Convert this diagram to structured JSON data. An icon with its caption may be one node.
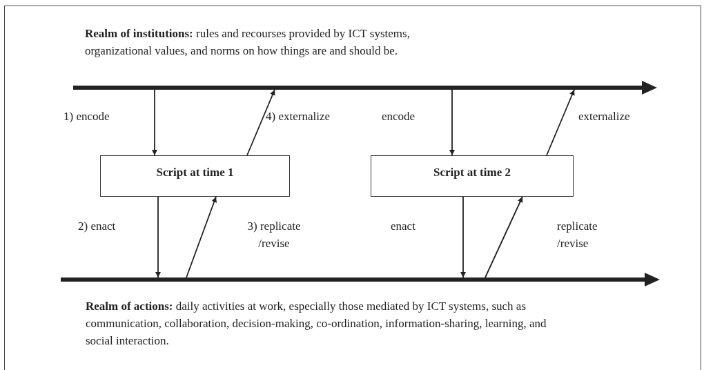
{
  "diagram": {
    "nodes": [
      {
        "text": [
          "**Realm of institutions:** rules and recourses provided by ICT systems, organizational values, and norms on how things are and should be."
        ]
      },
      {
        "text": [
          "Script at time 1"
        ]
      },
      {
        "text": [
          "Script at time 2"
        ]
      },
      {
        "text": [
          "**Realm of actions:** daily activities at work, especially those mediated by ICT systems, such as communication, collaboration, decision-making, co-ordination, information-sharing, learning, and social interaction."
        ]
      }
    ],
    "edges": [
      {
        "from": 0,
        "to": 1,
        "arrow": "to",
        "label": "1) encode"
      },
      {
        "from": 1,
        "to": 0,
        "arrow": "to",
        "label": "4) externalize"
      },
      {
        "from": 1,
        "to": 3,
        "arrow": "to",
        "label": "2) enact"
      },
      {
        "from": 3,
        "to": 1,
        "arrow": "to",
        "label": "3) replicate /revise"
      },
      {
        "from": 0,
        "to": 2,
        "arrow": "to",
        "label": "encode"
      },
      {
        "from": 2,
        "to": 0,
        "arrow": "to",
        "label": "externalize"
      },
      {
        "from": 2,
        "to": 3,
        "arrow": "to",
        "label": "enact"
      },
      {
        "from": 3,
        "to": 2,
        "arrow": "to",
        "label": "replicate /revise"
      }
    ]
  }
}
